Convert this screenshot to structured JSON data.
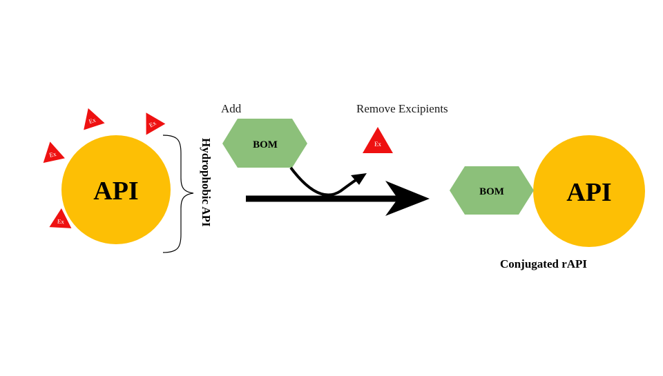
{
  "colors": {
    "api_fill": "#FDBF05",
    "bom_fill": "#8CC07A",
    "excipient_fill": "#EE1111",
    "arrow": "#000000"
  },
  "left": {
    "api_label": "API",
    "excipient_label": "Ex",
    "brace_label": "Hydrophobic API"
  },
  "middle": {
    "add_label": "Add",
    "bom_label": "BOM",
    "remove_label": "Remove Excipients",
    "excipient_label": "Ex"
  },
  "right": {
    "bom_label": "BOM",
    "api_label": "API",
    "caption": "Conjugated rAPI"
  }
}
